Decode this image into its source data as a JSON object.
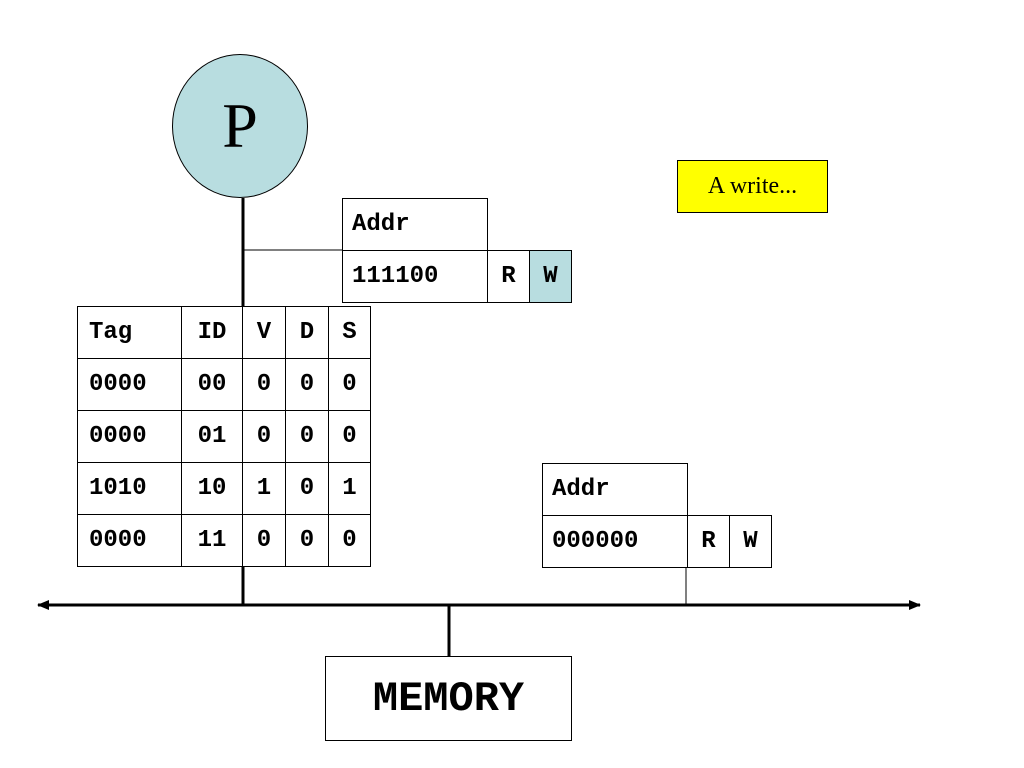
{
  "processor": {
    "label": "P",
    "fill": "#b8dde0"
  },
  "note": {
    "text": "A write...",
    "fill": "#ffff00"
  },
  "cache": {
    "headers": [
      "Tag",
      "ID",
      "V",
      "D",
      "S"
    ],
    "rows": [
      [
        "0000",
        "00",
        "0",
        "0",
        "0"
      ],
      [
        "0000",
        "01",
        "0",
        "0",
        "0"
      ],
      [
        "1010",
        "10",
        "1",
        "0",
        "1"
      ],
      [
        "0000",
        "11",
        "0",
        "0",
        "0"
      ]
    ]
  },
  "request_top": {
    "addr_label": "Addr",
    "addr_value": "111100",
    "read": "R",
    "write": "W",
    "highlight": "write"
  },
  "request_bottom": {
    "addr_label": "Addr",
    "addr_value": "000000",
    "read": "R",
    "write": "W"
  },
  "memory": {
    "label": "MEMORY"
  }
}
